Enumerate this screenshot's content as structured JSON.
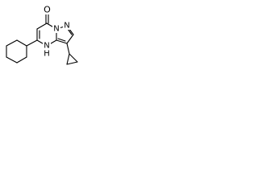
{
  "molecule": {
    "atoms": {
      "carbonyl_oxygen": "O",
      "bridge_nitrogen": "N",
      "pyrazole_nitrogen": "N",
      "amine_nitrogen": "N",
      "amine_hydrogen": "H"
    }
  }
}
